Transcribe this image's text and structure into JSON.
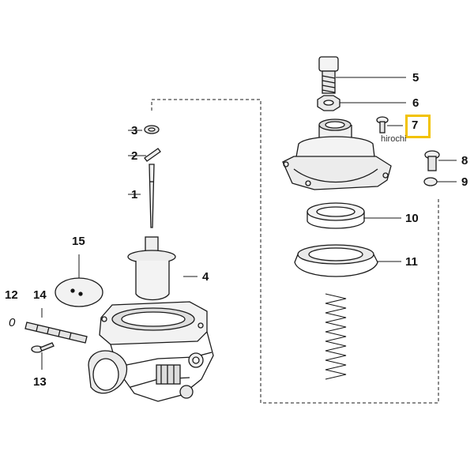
{
  "diagram": {
    "callouts": {
      "c1": "1",
      "c2": "2",
      "c3": "3",
      "c4": "4",
      "c5": "5",
      "c6": "6",
      "c7": "7",
      "c8": "8",
      "c9": "9",
      "c10": "10",
      "c11": "11",
      "c12": "12",
      "c12b": "0",
      "c13": "13",
      "c14": "14",
      "c15": "15"
    },
    "highlight_color": "#f2c200",
    "watermark": "hirochi"
  }
}
